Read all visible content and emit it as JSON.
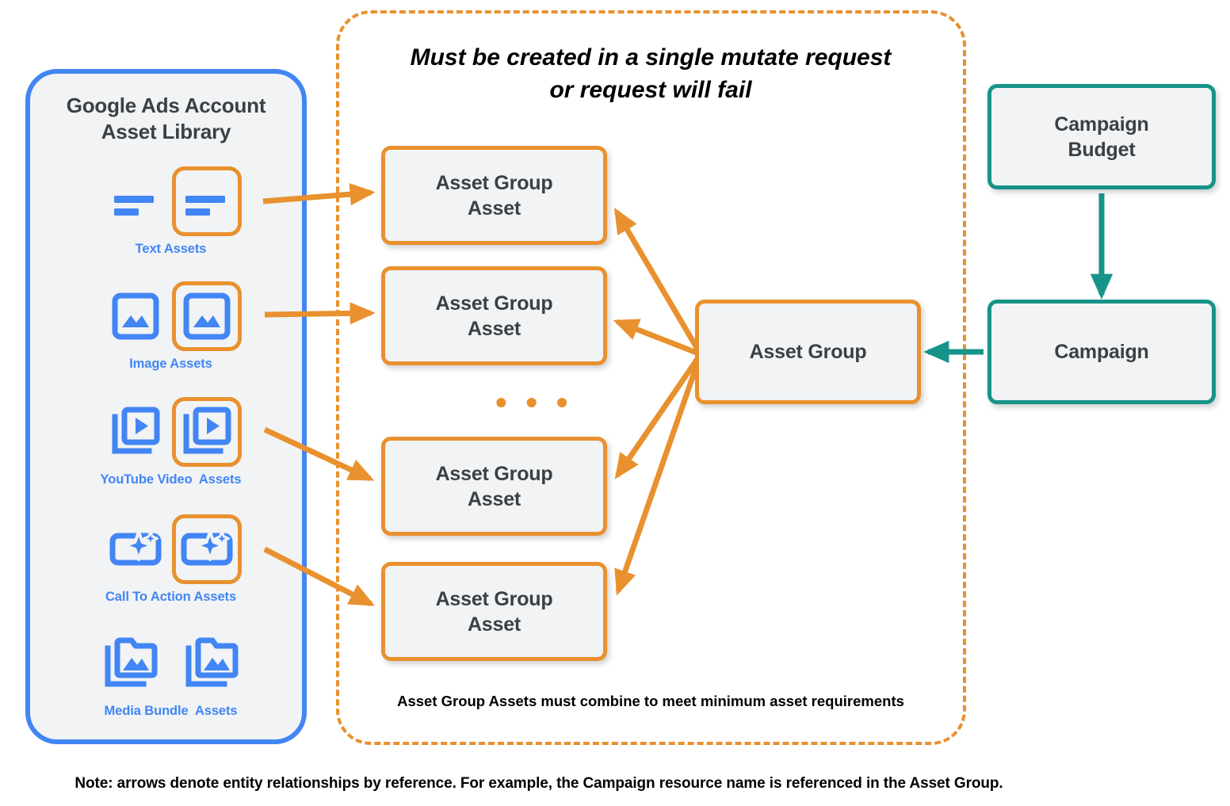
{
  "library": {
    "title_line1": "Google Ads Account",
    "title_line2": "Asset Library",
    "border_color": "#4285f4",
    "assets": [
      {
        "caption": "Text Assets",
        "icon": "text-lines-icon",
        "highlighted": true
      },
      {
        "caption": "Image Assets",
        "icon": "image-icon",
        "highlighted": true
      },
      {
        "caption": "YouTube Video  Assets",
        "icon": "video-stack-icon",
        "highlighted": true
      },
      {
        "caption": "Call To Action Assets",
        "icon": "call-to-action-icon",
        "highlighted": true
      },
      {
        "caption": "Media Bundle  Assets",
        "icon": "media-bundle-icon",
        "highlighted": false
      }
    ]
  },
  "mutate_panel": {
    "heading_line1": "Must be created in a single mutate request",
    "heading_line2": "or request will fail",
    "footnote": "Asset Group Assets must combine to meet minimum asset requirements",
    "border_color": "#e8912e",
    "ellipsis": "• • •"
  },
  "nodes": {
    "asset_group_asset_1": "Asset Group\nAsset",
    "asset_group_asset_2": "Asset Group\nAsset",
    "asset_group_asset_3": "Asset Group\nAsset",
    "asset_group_asset_4": "Asset Group\nAsset",
    "asset_group": "Asset Group",
    "campaign_budget": "Campaign\nBudget",
    "campaign": "Campaign"
  },
  "colors": {
    "orange": "#e8912e",
    "teal": "#17948a",
    "blue": "#4285f4",
    "node_fill": "#f1f3f4",
    "text": "#3c4043"
  },
  "footer": {
    "note": "Note: arrows denote entity relationships by reference. For example, the Campaign resource name is referenced in the Asset Group."
  },
  "chart_data": {
    "type": "diagram",
    "title": "Google Ads Performance Max entity relationships",
    "nodes": [
      {
        "id": "text-assets",
        "label": "Text Assets",
        "group": "asset-library"
      },
      {
        "id": "image-assets",
        "label": "Image Assets",
        "group": "asset-library"
      },
      {
        "id": "youtube-video-assets",
        "label": "YouTube Video  Assets",
        "group": "asset-library"
      },
      {
        "id": "call-to-action-assets",
        "label": "Call To Action Assets",
        "group": "asset-library"
      },
      {
        "id": "media-bundle-assets",
        "label": "Media Bundle  Assets",
        "group": "asset-library"
      },
      {
        "id": "asset-group-asset-1",
        "label": "Asset Group Asset",
        "group": "mutate-request"
      },
      {
        "id": "asset-group-asset-2",
        "label": "Asset Group Asset",
        "group": "mutate-request"
      },
      {
        "id": "asset-group-asset-3",
        "label": "Asset Group Asset",
        "group": "mutate-request"
      },
      {
        "id": "asset-group-asset-4",
        "label": "Asset Group Asset",
        "group": "mutate-request"
      },
      {
        "id": "asset-group",
        "label": "Asset Group",
        "group": "mutate-request"
      },
      {
        "id": "campaign-budget",
        "label": "Campaign Budget",
        "group": "campaign"
      },
      {
        "id": "campaign",
        "label": "Campaign",
        "group": "campaign"
      }
    ],
    "edges": [
      {
        "from": "text-assets",
        "to": "asset-group-asset-1",
        "color": "#e8912e"
      },
      {
        "from": "image-assets",
        "to": "asset-group-asset-2",
        "color": "#e8912e"
      },
      {
        "from": "youtube-video-assets",
        "to": "asset-group-asset-3",
        "color": "#e8912e"
      },
      {
        "from": "call-to-action-assets",
        "to": "asset-group-asset-4",
        "color": "#e8912e"
      },
      {
        "from": "asset-group",
        "to": "asset-group-asset-1",
        "color": "#e8912e"
      },
      {
        "from": "asset-group",
        "to": "asset-group-asset-2",
        "color": "#e8912e"
      },
      {
        "from": "asset-group",
        "to": "asset-group-asset-3",
        "color": "#e8912e"
      },
      {
        "from": "asset-group",
        "to": "asset-group-asset-4",
        "color": "#e8912e"
      },
      {
        "from": "campaign-budget",
        "to": "campaign",
        "color": "#17948a"
      },
      {
        "from": "campaign",
        "to": "asset-group",
        "color": "#17948a"
      }
    ]
  }
}
